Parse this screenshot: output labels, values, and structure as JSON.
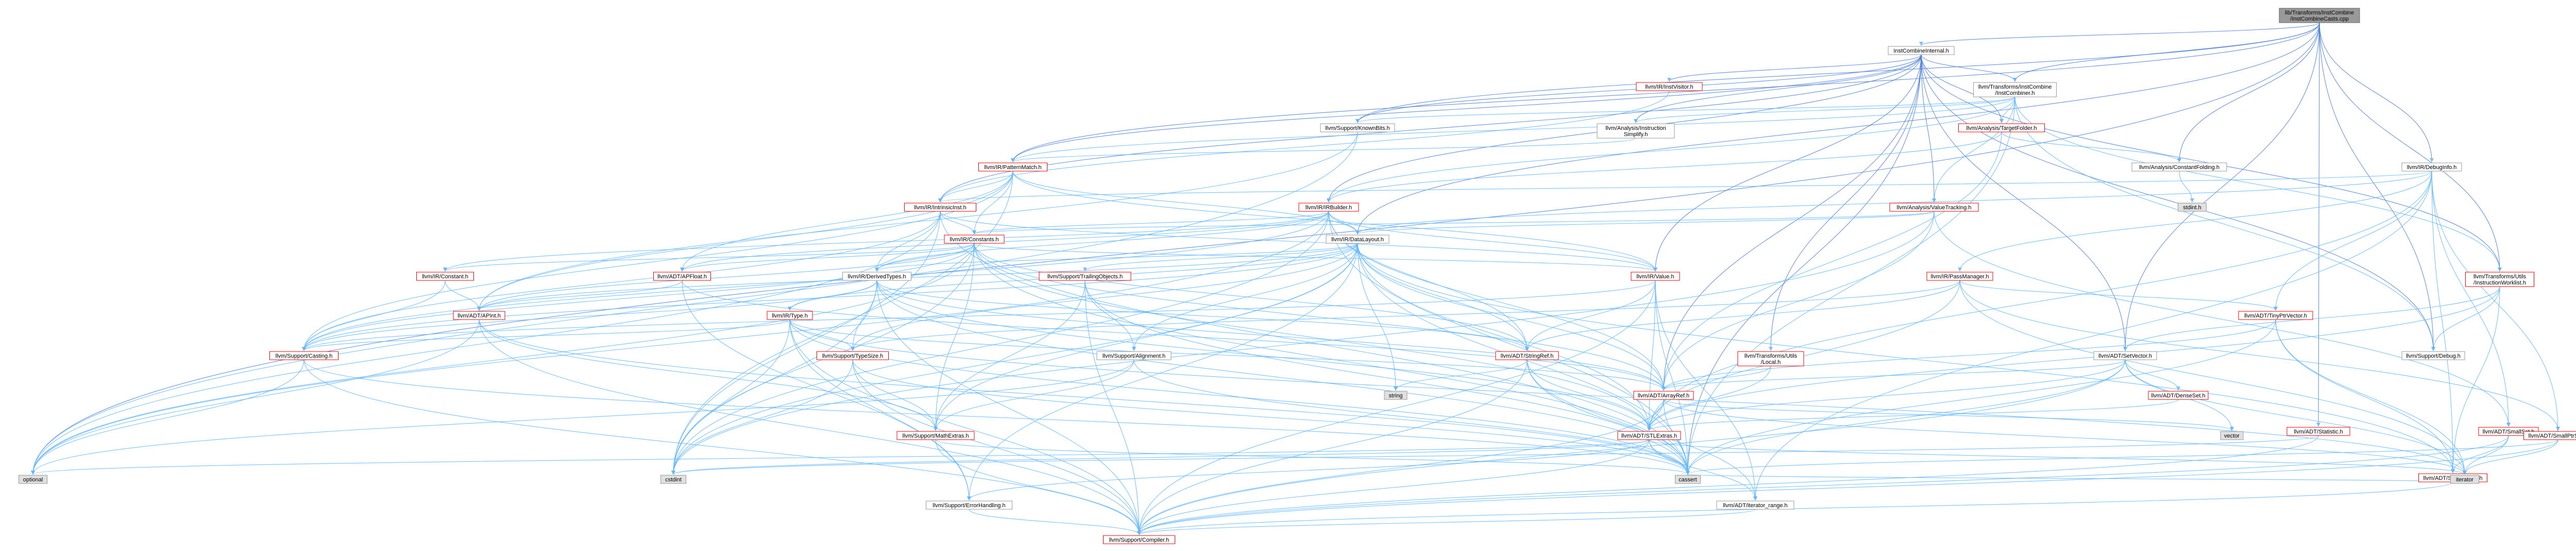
{
  "colors": {
    "root_fill": "#999999",
    "node_fill": "#ffffff",
    "node_border_normal": "#999999",
    "node_border_truncated": "#ff0000",
    "system_fill": "#e0e0e0",
    "edge": "#63b8ff",
    "edge_dark": "#4c7ed9"
  },
  "nodes": [
    {
      "id": "root",
      "lines": [
        "lib/Transforms/InstCombine",
        "/InstCombineCasts.cpp"
      ],
      "kind": "root"
    },
    {
      "id": "ici",
      "lines": [
        "InstCombineInternal.h"
      ],
      "kind": "normal"
    },
    {
      "id": "instvisitor",
      "lines": [
        "llvm/IR/InstVisitor.h"
      ],
      "kind": "truncated"
    },
    {
      "id": "instcombiner",
      "lines": [
        "llvm/Transforms/InstCombine",
        "/InstCombiner.h"
      ],
      "kind": "normal"
    },
    {
      "id": "instsimplify",
      "lines": [
        "llvm/Analysis/Instruction",
        "Simplify.h"
      ],
      "kind": "normal"
    },
    {
      "id": "knownbits",
      "lines": [
        "llvm/Support/KnownBits.h"
      ],
      "kind": "normal"
    },
    {
      "id": "targetfolder",
      "lines": [
        "llvm/Analysis/TargetFolder.h"
      ],
      "kind": "truncated"
    },
    {
      "id": "constfolding",
      "lines": [
        "llvm/Analysis/ConstantFolding.h"
      ],
      "kind": "normal"
    },
    {
      "id": "debuginfo",
      "lines": [
        "llvm/IR/DebugInfo.h"
      ],
      "kind": "normal"
    },
    {
      "id": "patternmatch",
      "lines": [
        "llvm/IR/PatternMatch.h"
      ],
      "kind": "truncated"
    },
    {
      "id": "stdint",
      "lines": [
        "stdint.h"
      ],
      "kind": "system"
    },
    {
      "id": "valuetracking",
      "lines": [
        "llvm/Analysis/ValueTracking.h"
      ],
      "kind": "truncated"
    },
    {
      "id": "intrinsicinst",
      "lines": [
        "llvm/IR/IntrinsicInst.h"
      ],
      "kind": "truncated"
    },
    {
      "id": "irbuilder",
      "lines": [
        "llvm/IR/IRBuilder.h"
      ],
      "kind": "truncated"
    },
    {
      "id": "constants",
      "lines": [
        "llvm/IR/Constants.h"
      ],
      "kind": "truncated"
    },
    {
      "id": "datalayout",
      "lines": [
        "llvm/IR/DataLayout.h"
      ],
      "kind": "normal"
    },
    {
      "id": "constant",
      "lines": [
        "llvm/IR/Constant.h"
      ],
      "kind": "truncated"
    },
    {
      "id": "apfloat",
      "lines": [
        "llvm/ADT/APFloat.h"
      ],
      "kind": "truncated"
    },
    {
      "id": "derivedtypes",
      "lines": [
        "llvm/IR/DerivedTypes.h"
      ],
      "kind": "normal"
    },
    {
      "id": "tracingobjects",
      "lines": [
        "llvm/Support/TrailingObjects.h"
      ],
      "kind": "truncated"
    },
    {
      "id": "irvalue",
      "lines": [
        "llvm/IR/Value.h"
      ],
      "kind": "truncated"
    },
    {
      "id": "passmanager",
      "lines": [
        "llvm/IR/PassManager.h"
      ],
      "kind": "truncated"
    },
    {
      "id": "instworklist",
      "lines": [
        "llvm/Transforms/Utils",
        "/InstructionWorklist.h"
      ],
      "kind": "truncated"
    },
    {
      "id": "apint",
      "lines": [
        "llvm/ADT/APInt.h"
      ],
      "kind": "truncated"
    },
    {
      "id": "irtype",
      "lines": [
        "llvm/IR/Type.h"
      ],
      "kind": "truncated"
    },
    {
      "id": "alignment",
      "lines": [
        "llvm/Support/Alignment.h"
      ],
      "kind": "normal"
    },
    {
      "id": "stringref",
      "lines": [
        "llvm/ADT/StringRef.h"
      ],
      "kind": "truncated"
    },
    {
      "id": "utilslocal",
      "lines": [
        "llvm/Transforms/Utils",
        "/Local.h"
      ],
      "kind": "truncated"
    },
    {
      "id": "setvector",
      "lines": [
        "llvm/ADT/SetVector.h"
      ],
      "kind": "normal"
    },
    {
      "id": "tinyptrvector",
      "lines": [
        "llvm/ADT/TinyPtrVector.h"
      ],
      "kind": "truncated"
    },
    {
      "id": "supportdebug",
      "lines": [
        "llvm/Support/Debug.h"
      ],
      "kind": "normal"
    },
    {
      "id": "casting",
      "lines": [
        "llvm/Support/Casting.h"
      ],
      "kind": "truncated"
    },
    {
      "id": "typesize",
      "lines": [
        "llvm/Support/TypeSize.h"
      ],
      "kind": "truncated"
    },
    {
      "id": "string",
      "lines": [
        "string"
      ],
      "kind": "system"
    },
    {
      "id": "arrayref",
      "lines": [
        "llvm/ADT/ArrayRef.h"
      ],
      "kind": "truncated"
    },
    {
      "id": "densemap",
      "lines": [
        "llvm/ADT/DenseSet.h"
      ],
      "kind": "truncated"
    },
    {
      "id": "statistic",
      "lines": [
        "llvm/ADT/Statistic.h"
      ],
      "kind": "truncated"
    },
    {
      "id": "smallset",
      "lines": [
        "llvm/ADT/SmallSet.h"
      ],
      "kind": "truncated"
    },
    {
      "id": "smallptrset",
      "lines": [
        "llvm/ADT/SmallPtrSet.h"
      ],
      "kind": "truncated"
    },
    {
      "id": "vector",
      "lines": [
        "vector"
      ],
      "kind": "system"
    },
    {
      "id": "mathextras",
      "lines": [
        "llvm/Support/MathExtras.h"
      ],
      "kind": "truncated"
    },
    {
      "id": "stlextras",
      "lines": [
        "llvm/ADT/STLExtras.h"
      ],
      "kind": "truncated"
    },
    {
      "id": "smallvector",
      "lines": [
        "llvm/ADT/SmallVector.h"
      ],
      "kind": "truncated"
    },
    {
      "id": "optional",
      "lines": [
        "optional"
      ],
      "kind": "system"
    },
    {
      "id": "cstdint",
      "lines": [
        "cstdint"
      ],
      "kind": "system"
    },
    {
      "id": "errorhandling",
      "lines": [
        "llvm/Support/ErrorHandling.h"
      ],
      "kind": "normal"
    },
    {
      "id": "cassert",
      "lines": [
        "cassert"
      ],
      "kind": "system"
    },
    {
      "id": "iterrange",
      "lines": [
        "llvm/ADT/iterator_range.h"
      ],
      "kind": "normal"
    },
    {
      "id": "iterator",
      "lines": [
        "iterator"
      ],
      "kind": "system"
    },
    {
      "id": "compiler",
      "lines": [
        "llvm/Support/Compiler.h"
      ],
      "kind": "truncated"
    }
  ],
  "edges": [
    [
      "root",
      "ici"
    ],
    [
      "root",
      "instcombiner"
    ],
    [
      "root",
      "knownbits"
    ],
    [
      "root",
      "constfolding"
    ],
    [
      "root",
      "debuginfo"
    ],
    [
      "root",
      "patternmatch"
    ],
    [
      "root",
      "datalayout"
    ],
    [
      "root",
      "optional"
    ],
    [
      "root",
      "setvector"
    ],
    [
      "root",
      "statistic"
    ],
    [
      "root",
      "instworklist"
    ],
    [
      "root",
      "supportdebug"
    ],
    [
      "ici",
      "instvisitor"
    ],
    [
      "ici",
      "instcombiner"
    ],
    [
      "ici",
      "instsimplify"
    ],
    [
      "ici",
      "knownbits"
    ],
    [
      "ici",
      "targetfolder"
    ],
    [
      "ici",
      "valuetracking"
    ],
    [
      "ici",
      "patternmatch"
    ],
    [
      "ici",
      "irbuilder"
    ],
    [
      "ici",
      "intrinsicinst"
    ],
    [
      "ici",
      "irvalue"
    ],
    [
      "ici",
      "utilslocal"
    ],
    [
      "ici",
      "setvector"
    ],
    [
      "ici",
      "supportdebug"
    ],
    [
      "ici",
      "instworklist"
    ],
    [
      "ici",
      "arrayref"
    ],
    [
      "ici",
      "cassert"
    ],
    [
      "instvisitor",
      "intrinsicinst"
    ],
    [
      "instcombiner",
      "instsimplify"
    ],
    [
      "instcombiner",
      "targetfolder"
    ],
    [
      "instcombiner",
      "valuetracking"
    ],
    [
      "instcombiner",
      "patternmatch"
    ],
    [
      "instcombiner",
      "irbuilder"
    ],
    [
      "instcombiner",
      "knownbits"
    ],
    [
      "instcombiner",
      "instworklist"
    ],
    [
      "instcombiner",
      "supportdebug"
    ],
    [
      "instcombiner",
      "cassert"
    ],
    [
      "instsimplify",
      "patternmatch"
    ],
    [
      "knownbits",
      "apint"
    ],
    [
      "knownbits",
      "optional"
    ],
    [
      "targetfolder",
      "constfolding"
    ],
    [
      "targetfolder",
      "irbuilder"
    ],
    [
      "targetfolder",
      "arrayref"
    ],
    [
      "constfolding",
      "stdint"
    ],
    [
      "debuginfo",
      "datalayout"
    ],
    [
      "debuginfo",
      "passmanager"
    ],
    [
      "debuginfo",
      "tinyptrvector"
    ],
    [
      "debuginfo",
      "smallset"
    ],
    [
      "debuginfo",
      "smallptrset"
    ],
    [
      "debuginfo",
      "smallvector"
    ],
    [
      "debuginfo",
      "stlextras"
    ],
    [
      "debuginfo",
      "intrinsicinst"
    ],
    [
      "debuginfo",
      "iterrange"
    ],
    [
      "patternmatch",
      "intrinsicinst"
    ],
    [
      "patternmatch",
      "constants"
    ],
    [
      "patternmatch",
      "apint"
    ],
    [
      "patternmatch",
      "apfloat"
    ],
    [
      "patternmatch",
      "datalayout"
    ],
    [
      "patternmatch",
      "irvalue"
    ],
    [
      "patternmatch",
      "casting"
    ],
    [
      "patternmatch",
      "cstdint"
    ],
    [
      "valuetracking",
      "datalayout"
    ],
    [
      "valuetracking",
      "arrayref"
    ],
    [
      "valuetracking",
      "smallset"
    ],
    [
      "valuetracking",
      "cstdint"
    ],
    [
      "valuetracking",
      "constants"
    ],
    [
      "intrinsicinst",
      "constants"
    ],
    [
      "intrinsicinst",
      "derivedtypes"
    ],
    [
      "intrinsicinst",
      "irvalue"
    ],
    [
      "intrinsicinst",
      "casting"
    ],
    [
      "intrinsicinst",
      "cassert"
    ],
    [
      "intrinsicinst",
      "cstdint"
    ],
    [
      "intrinsicinst",
      "optional"
    ],
    [
      "irbuilder",
      "constants"
    ],
    [
      "irbuilder",
      "datalayout"
    ],
    [
      "irbuilder",
      "derivedtypes"
    ],
    [
      "irbuilder",
      "irvalue"
    ],
    [
      "irbuilder",
      "arrayref"
    ],
    [
      "irbuilder",
      "stringref"
    ],
    [
      "irbuilder",
      "casting"
    ],
    [
      "irbuilder",
      "cassert"
    ],
    [
      "irbuilder",
      "cstdint"
    ],
    [
      "irbuilder",
      "constant"
    ],
    [
      "irbuilder",
      "optional"
    ],
    [
      "irbuilder",
      "apfloat"
    ],
    [
      "constants",
      "constant"
    ],
    [
      "constants",
      "derivedtypes"
    ],
    [
      "constants",
      "irvalue"
    ],
    [
      "constants",
      "apint"
    ],
    [
      "constants",
      "apfloat"
    ],
    [
      "constants",
      "arrayref"
    ],
    [
      "constants",
      "stringref"
    ],
    [
      "constants",
      "casting"
    ],
    [
      "constants",
      "mathextras"
    ],
    [
      "constants",
      "cassert"
    ],
    [
      "constants",
      "cstdint"
    ],
    [
      "constants",
      "optional"
    ],
    [
      "constants",
      "stlextras"
    ],
    [
      "datalayout",
      "derivedtypes"
    ],
    [
      "datalayout",
      "irtype"
    ],
    [
      "datalayout",
      "alignment"
    ],
    [
      "datalayout",
      "tracingobjects"
    ],
    [
      "datalayout",
      "typesize"
    ],
    [
      "datalayout",
      "mathextras"
    ],
    [
      "datalayout",
      "stringref"
    ],
    [
      "datalayout",
      "arrayref"
    ],
    [
      "datalayout",
      "apint"
    ],
    [
      "datalayout",
      "smallvector"
    ],
    [
      "datalayout",
      "string"
    ],
    [
      "datalayout",
      "cassert"
    ],
    [
      "datalayout",
      "cstdint"
    ],
    [
      "datalayout",
      "errorhandling"
    ],
    [
      "datalayout",
      "casting"
    ],
    [
      "datalayout",
      "stlextras"
    ],
    [
      "constant",
      "casting"
    ],
    [
      "constant",
      "apint"
    ],
    [
      "apfloat",
      "apint"
    ],
    [
      "apfloat",
      "errorhandling"
    ],
    [
      "apfloat",
      "arrayref"
    ],
    [
      "derivedtypes",
      "irtype"
    ],
    [
      "derivedtypes",
      "arrayref"
    ],
    [
      "derivedtypes",
      "stringref"
    ],
    [
      "derivedtypes",
      "typesize"
    ],
    [
      "derivedtypes",
      "casting"
    ],
    [
      "derivedtypes",
      "compiler"
    ],
    [
      "derivedtypes",
      "cassert"
    ],
    [
      "derivedtypes",
      "cstdint"
    ],
    [
      "derivedtypes",
      "stlextras"
    ],
    [
      "tracingobjects",
      "alignment"
    ],
    [
      "tracingobjects",
      "mathextras"
    ],
    [
      "tracingobjects",
      "compiler"
    ],
    [
      "tracingobjects",
      "cassert"
    ],
    [
      "irvalue",
      "stringref"
    ],
    [
      "irvalue",
      "iterrange"
    ],
    [
      "irvalue",
      "casting"
    ],
    [
      "irvalue",
      "compiler"
    ],
    [
      "irvalue",
      "cassert"
    ],
    [
      "irvalue",
      "stlextras"
    ],
    [
      "passmanager",
      "tinyptrvector"
    ],
    [
      "passmanager",
      "stringref"
    ],
    [
      "passmanager",
      "stlextras"
    ],
    [
      "passmanager",
      "smallptrset"
    ],
    [
      "passmanager",
      "typesize"
    ],
    [
      "passmanager",
      "iterator"
    ],
    [
      "instworklist",
      "setvector"
    ],
    [
      "instworklist",
      "smallvector"
    ],
    [
      "instworklist",
      "stlextras"
    ],
    [
      "instworklist",
      "supportdebug"
    ],
    [
      "apint",
      "mathextras"
    ],
    [
      "apint",
      "compiler"
    ],
    [
      "apint",
      "cassert"
    ],
    [
      "apint",
      "optional"
    ],
    [
      "irtype",
      "typesize"
    ],
    [
      "irtype",
      "casting"
    ],
    [
      "irtype",
      "compiler"
    ],
    [
      "irtype",
      "errorhandling"
    ],
    [
      "irtype",
      "cassert"
    ],
    [
      "irtype",
      "cstdint"
    ],
    [
      "irtype",
      "arrayref"
    ],
    [
      "irtype",
      "iterator"
    ],
    [
      "alignment",
      "mathextras"
    ],
    [
      "alignment",
      "cassert"
    ],
    [
      "alignment",
      "optional"
    ],
    [
      "stringref",
      "stlextras"
    ],
    [
      "stringref",
      "compiler"
    ],
    [
      "stringref",
      "iterrange"
    ],
    [
      "stringref",
      "string"
    ],
    [
      "stringref",
      "cassert"
    ],
    [
      "utilslocal",
      "arrayref"
    ],
    [
      "utilslocal",
      "stlextras"
    ],
    [
      "setvector",
      "arrayref"
    ],
    [
      "setvector",
      "densemap"
    ],
    [
      "setvector",
      "stlextras"
    ],
    [
      "setvector",
      "compiler"
    ],
    [
      "setvector",
      "cassert"
    ],
    [
      "setvector",
      "iterator"
    ],
    [
      "setvector",
      "vector"
    ],
    [
      "tinyptrvector",
      "arrayref"
    ],
    [
      "tinyptrvector",
      "smallvector"
    ],
    [
      "tinyptrvector",
      "cassert"
    ],
    [
      "tinyptrvector",
      "iterator"
    ],
    [
      "casting",
      "compiler"
    ],
    [
      "casting",
      "cassert"
    ],
    [
      "casting",
      "optional"
    ],
    [
      "typesize",
      "mathextras"
    ],
    [
      "typesize",
      "compiler"
    ],
    [
      "typesize",
      "cassert"
    ],
    [
      "typesize",
      "cstdint"
    ],
    [
      "arrayref",
      "stlextras"
    ],
    [
      "arrayref",
      "compiler"
    ],
    [
      "arrayref",
      "iterator"
    ],
    [
      "arrayref",
      "vector"
    ],
    [
      "arrayref",
      "cassert"
    ],
    [
      "densemap",
      "stlextras"
    ],
    [
      "statistic",
      "compiler"
    ],
    [
      "statistic",
      "cstdint"
    ],
    [
      "smallset",
      "smallptrset"
    ],
    [
      "smallset",
      "smallvector"
    ],
    [
      "smallset",
      "iterator"
    ],
    [
      "smallset",
      "compiler"
    ],
    [
      "smallptrset",
      "compiler"
    ],
    [
      "smallptrset",
      "iterator"
    ],
    [
      "smallptrset",
      "cassert"
    ],
    [
      "mathextras",
      "compiler"
    ],
    [
      "mathextras",
      "cassert"
    ],
    [
      "stlextras",
      "iterrange"
    ],
    [
      "stlextras",
      "optional"
    ],
    [
      "stlextras",
      "cassert"
    ],
    [
      "stlextras",
      "iterator"
    ],
    [
      "stlextras",
      "compiler"
    ],
    [
      "stlextras",
      "cstdint"
    ],
    [
      "stlextras",
      "errorhandling"
    ],
    [
      "smallvector",
      "compiler"
    ],
    [
      "smallvector",
      "cassert"
    ],
    [
      "smallvector",
      "iterator"
    ],
    [
      "errorhandling",
      "compiler"
    ],
    [
      "iterrange",
      "compiler"
    ]
  ]
}
